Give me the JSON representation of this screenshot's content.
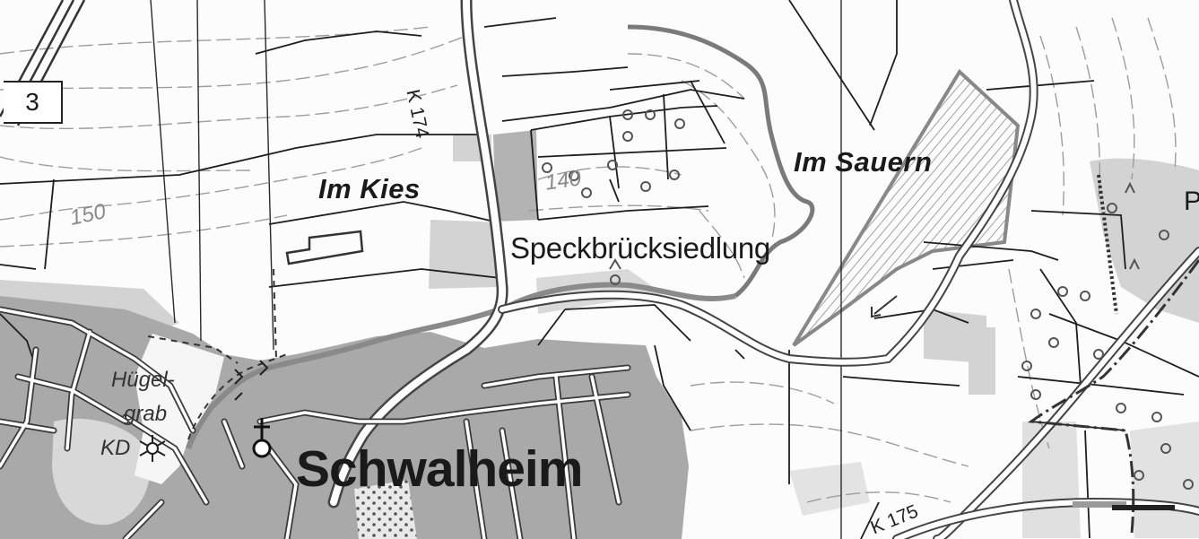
{
  "labels": {
    "route_number": "3",
    "road_k174": "K 174",
    "road_k175": "K 175",
    "field_kies": "Im Kies",
    "field_sauern": "Im Sauern",
    "settlement": "Speckbrücksiedlung",
    "town": "Schwalheim",
    "contour_150": "150",
    "contour_140": "140",
    "huegel_line1": "Hügel-",
    "huegel_line2": "grab",
    "kd": "KD",
    "edge_letter": "P"
  },
  "symbols": {
    "church": "church-icon",
    "monument": "cultural-monument-icon",
    "meadow": "meadow-symbol-icon"
  },
  "colors": {
    "urban_fill": "#a6a6a6",
    "field_fill": "#d6d6d6",
    "road_edge": "#555555",
    "stream": "#8c8c8c",
    "contour": "#9a9a9a",
    "text": "#1a1a1a"
  }
}
